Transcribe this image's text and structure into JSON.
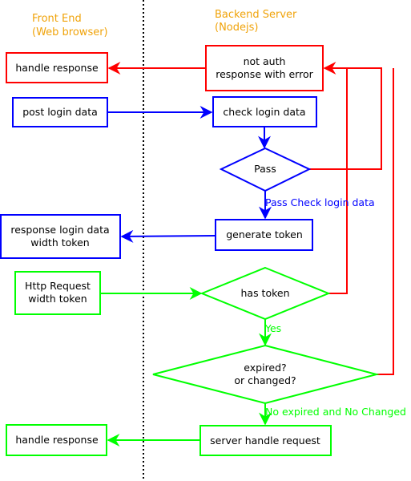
{
  "headers": {
    "front": {
      "line1": "Front End",
      "line2": "(Web browser)"
    },
    "back": {
      "line1": "Backend Server",
      "line2": "(Nodejs)"
    }
  },
  "nodes": {
    "handle_response_error": "handle response",
    "not_auth": {
      "line1": "not auth",
      "line2": "response with error"
    },
    "post_login_data": "post login data",
    "check_login_data": "check login data",
    "pass": "Pass",
    "response_login": {
      "line1": "response login data",
      "line2": "width token"
    },
    "generate_token": "generate token",
    "http_request": {
      "line1": "Http Request",
      "line2": "width token"
    },
    "has_token": "has token",
    "expired": {
      "line1": "expired?",
      "line2": "or changed?"
    },
    "handle_response_ok": "handle response",
    "server_handle": "server handle request"
  },
  "edge_labels": {
    "pass_check": "Pass Check login data",
    "yes": "Yes",
    "no_expired": "No expired and No Changed"
  },
  "colors": {
    "error": "#ff0000",
    "login": "#0000ff",
    "request": "#00ff00",
    "header": "#f0a30a",
    "divider": "#000000"
  }
}
